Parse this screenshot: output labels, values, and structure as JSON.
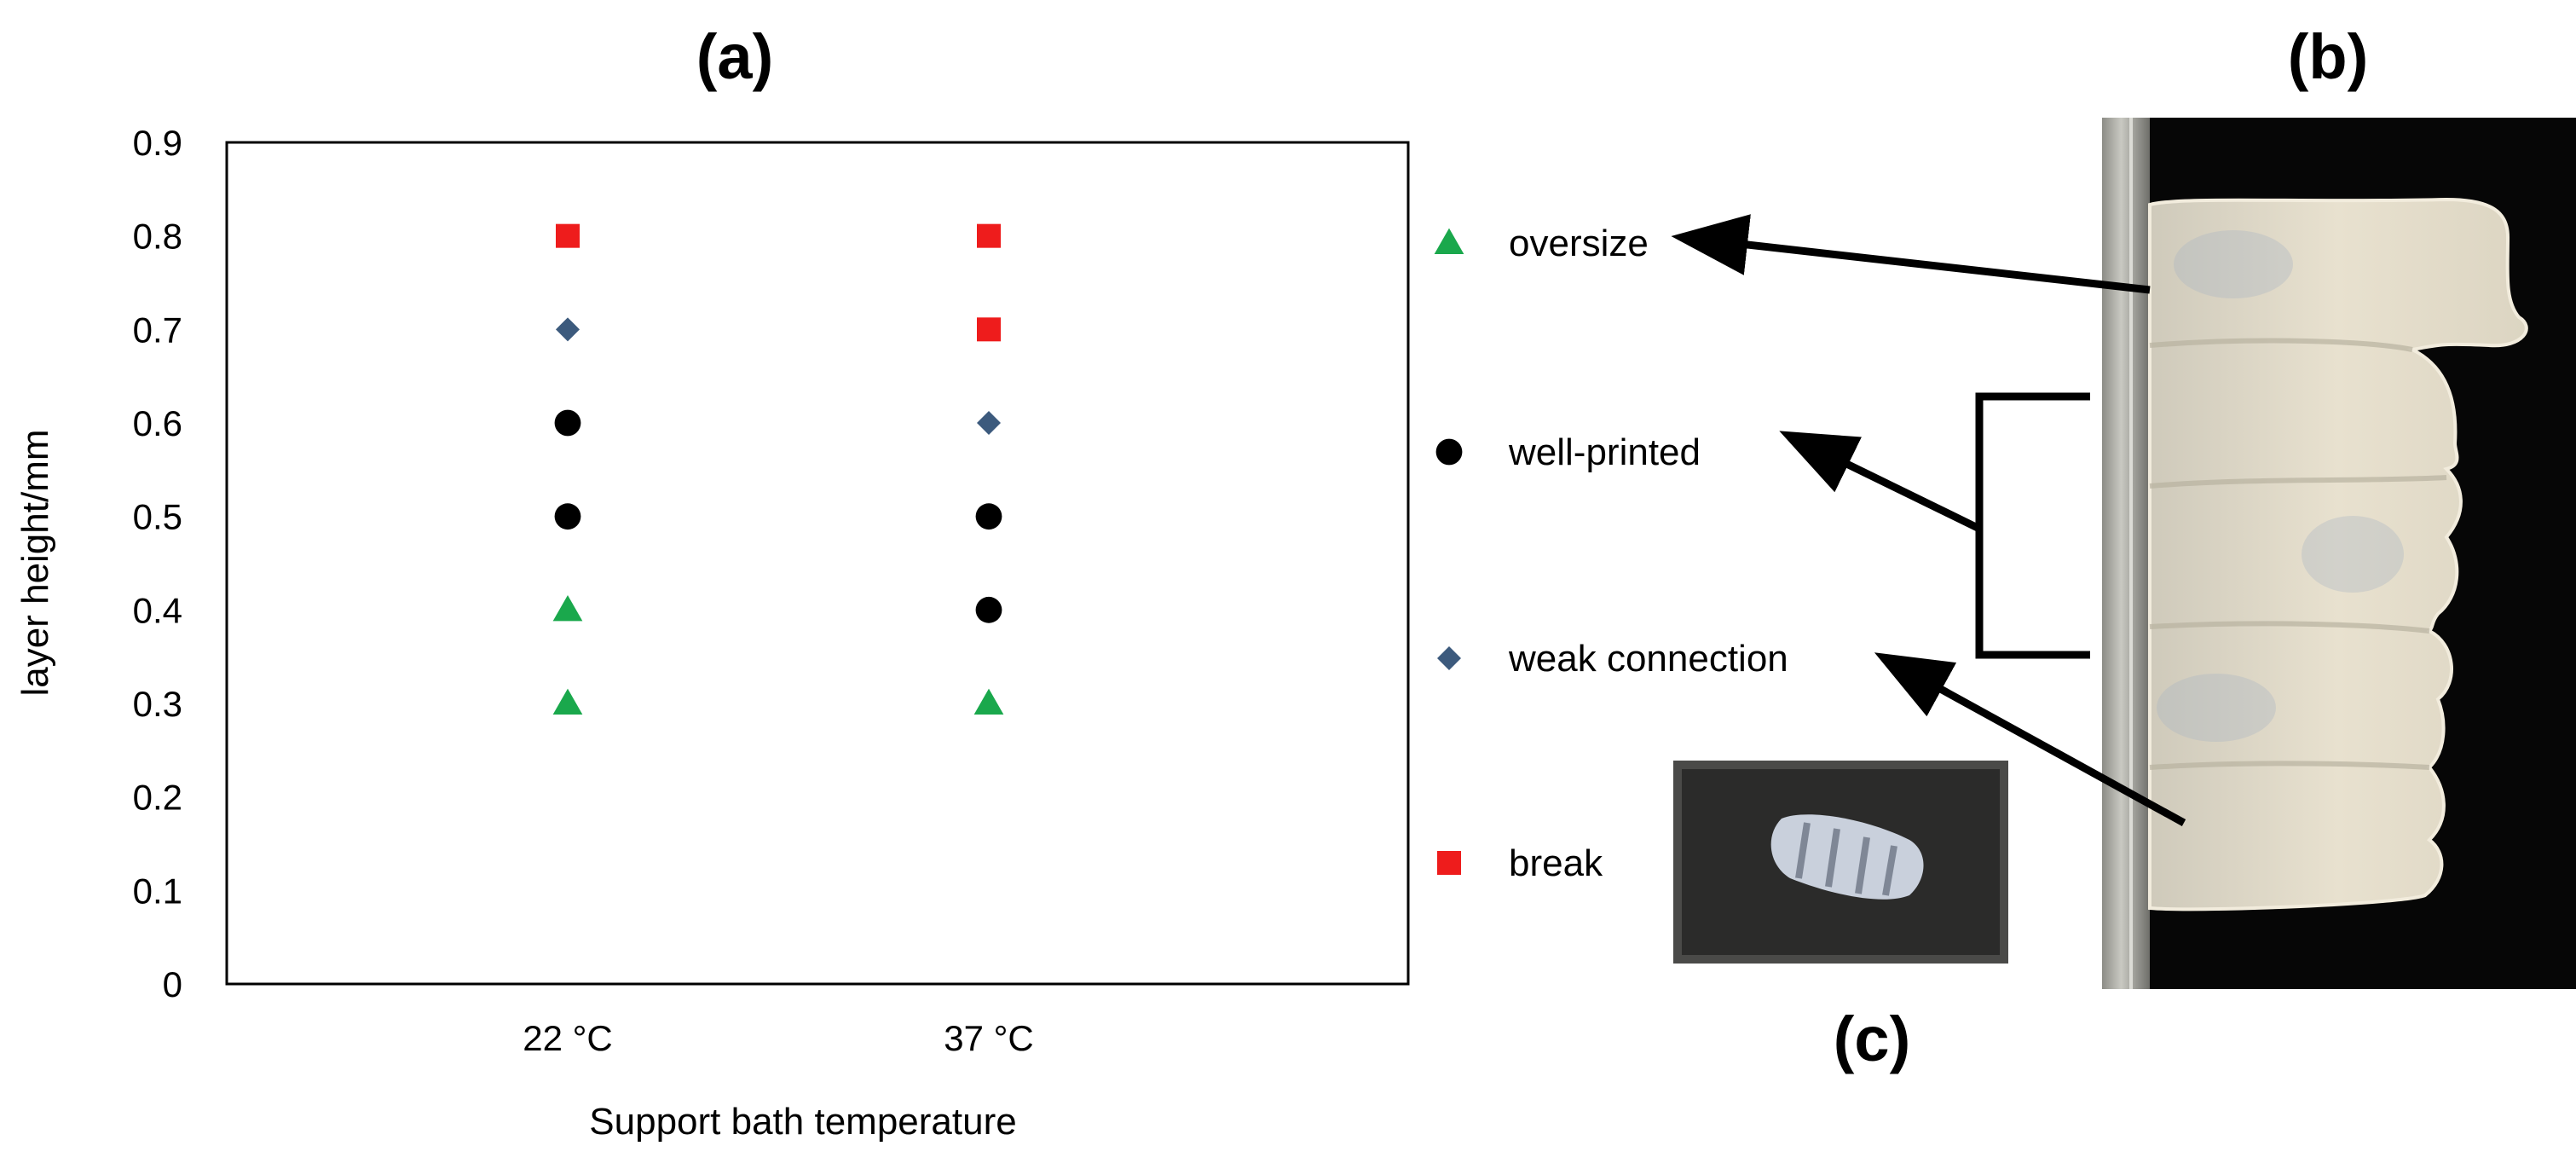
{
  "panels": {
    "a": "(a)",
    "b": "(b)",
    "c": "(c)"
  },
  "chart_data": {
    "type": "scatter",
    "title": "",
    "xlabel": "Support bath temperature",
    "ylabel": "layer height/mm",
    "categories": [
      "22 °C",
      "37 °C"
    ],
    "ylim": [
      0,
      0.9
    ],
    "yticks": [
      "0",
      "0.1",
      "0.2",
      "0.3",
      "0.4",
      "0.5",
      "0.6",
      "0.7",
      "0.8",
      "0.9"
    ],
    "grid": false,
    "legend_position": "right",
    "series": [
      {
        "name": "oversize",
        "marker": "triangle",
        "color": "#1aa84c",
        "points": [
          {
            "x": "22 °C",
            "y": 0.3
          },
          {
            "x": "22 °C",
            "y": 0.4
          },
          {
            "x": "37 °C",
            "y": 0.3
          }
        ]
      },
      {
        "name": "well-printed",
        "marker": "circle",
        "color": "#000000",
        "points": [
          {
            "x": "22 °C",
            "y": 0.5
          },
          {
            "x": "22 °C",
            "y": 0.6
          },
          {
            "x": "37 °C",
            "y": 0.4
          },
          {
            "x": "37 °C",
            "y": 0.5
          }
        ]
      },
      {
        "name": "weak connection",
        "marker": "diamond",
        "color": "#3c5a7d",
        "points": [
          {
            "x": "22 °C",
            "y": 0.7
          },
          {
            "x": "37 °C",
            "y": 0.6
          }
        ]
      },
      {
        "name": "break",
        "marker": "square",
        "color": "#ee1c1c",
        "points": [
          {
            "x": "22 °C",
            "y": 0.8
          },
          {
            "x": "37 °C",
            "y": 0.7
          },
          {
            "x": "37 °C",
            "y": 0.8
          }
        ]
      }
    ]
  }
}
